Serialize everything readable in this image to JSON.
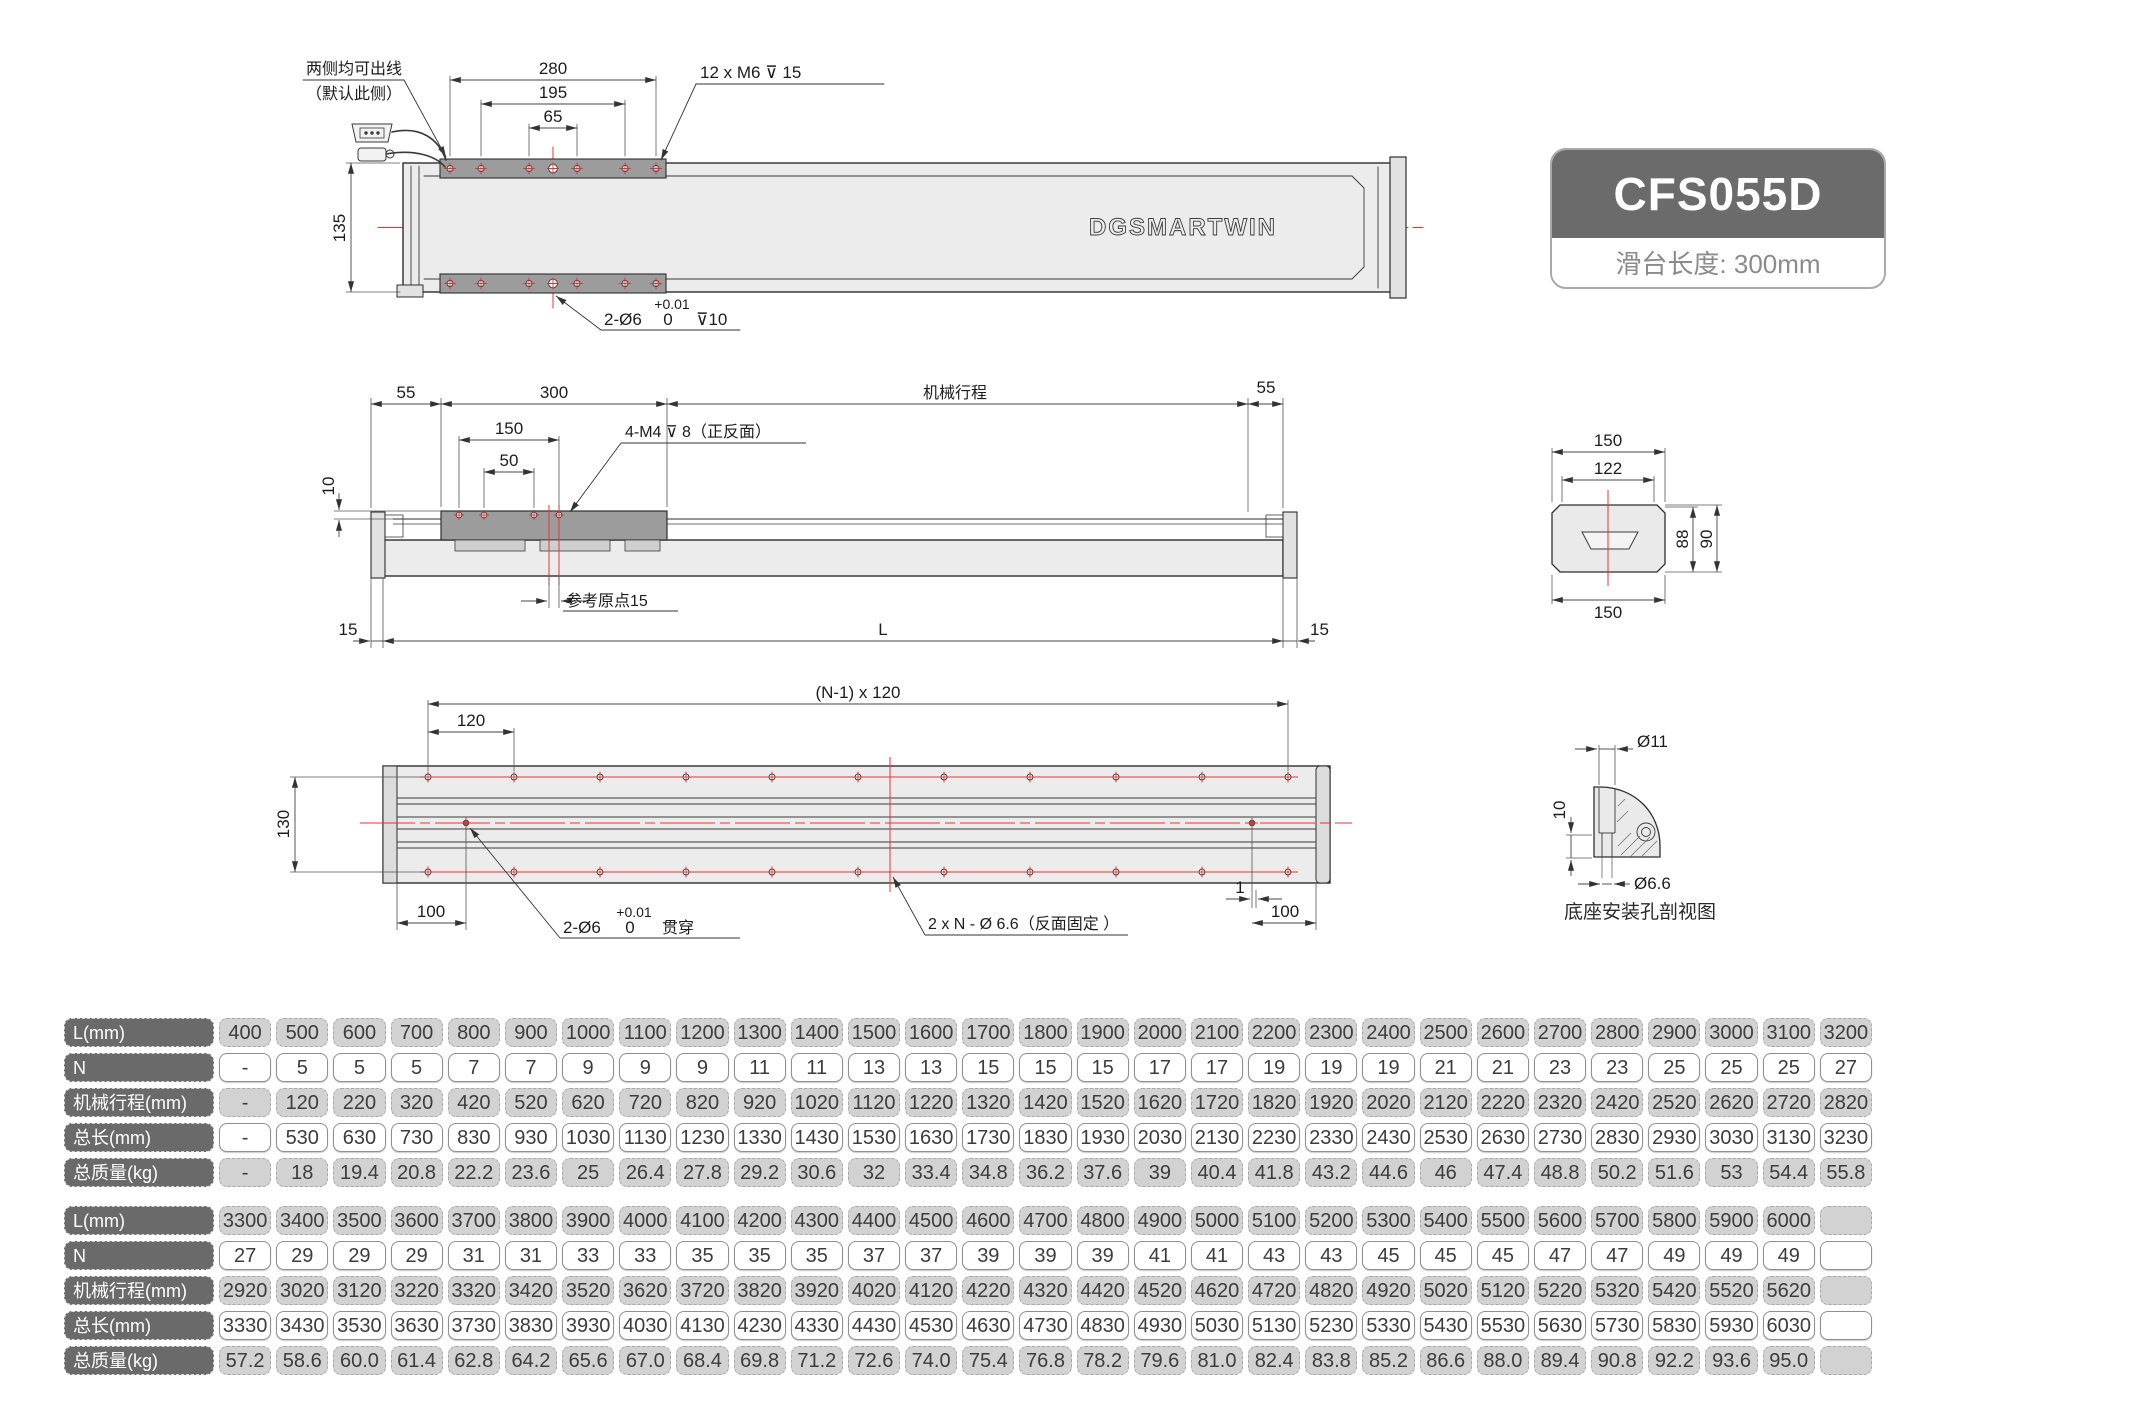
{
  "badge": {
    "model": "CFS055D",
    "subtitle": "滑台长度: 300mm"
  },
  "top_view": {
    "note_line1": "两侧均可出线",
    "note_line2": "（默认此侧）",
    "dims": {
      "d280": "280",
      "d195": "195",
      "d65": "65",
      "d135": "135"
    },
    "callout_m6": "12 x M6 ⊽ 15",
    "logo": "DGSMARTWIN",
    "hole_note": {
      "prefix": "2-Ø6",
      "tol_top": "+0.01",
      "tol_bottom": "0",
      "suffix": "⊽10"
    }
  },
  "side_view": {
    "dims": {
      "d55_left": "55",
      "d300": "300",
      "stroke": "机械行程",
      "d55_right": "55",
      "d150": "150",
      "d50": "50",
      "d10": "10",
      "d15_left": "15",
      "dL": "L",
      "d15_right": "15"
    },
    "callout_m4": "4-M4 ⊽ 8（正反面）",
    "origin_note": "参考原点15"
  },
  "end_view": {
    "dims": {
      "d150_top": "150",
      "d122": "122",
      "d88": "88",
      "d90": "90",
      "d150_bottom": "150"
    }
  },
  "bottom_view": {
    "dims": {
      "pitch": "(N-1) x 120",
      "d120": "120",
      "d130": "130",
      "d100_left": "100",
      "d1": "1",
      "d100_right": "100"
    },
    "pin_note": {
      "prefix": "2-Ø6",
      "tol_top": "+0.01",
      "tol_bottom": "0",
      "suffix": "贯穿"
    },
    "fix_note": "2 x N - Ø 6.6（反面固定 ）"
  },
  "base_hole_detail": {
    "dims": {
      "d11": "Ø11",
      "d10": "10",
      "d66": "Ø6.6"
    },
    "caption": "底座安装孔剖视图"
  },
  "tables": {
    "row_labels": [
      "L(mm)",
      "N",
      "机械行程(mm)",
      "总长(mm)",
      "总质量(kg)"
    ],
    "table1": {
      "rows": [
        [
          "400",
          "500",
          "600",
          "700",
          "800",
          "900",
          "1000",
          "1100",
          "1200",
          "1300",
          "1400",
          "1500",
          "1600",
          "1700",
          "1800",
          "1900",
          "2000",
          "2100",
          "2200",
          "2300",
          "2400",
          "2500",
          "2600",
          "2700",
          "2800",
          "2900",
          "3000",
          "3100",
          "3200"
        ],
        [
          "-",
          "5",
          "5",
          "5",
          "7",
          "7",
          "9",
          "9",
          "9",
          "11",
          "11",
          "13",
          "13",
          "15",
          "15",
          "15",
          "17",
          "17",
          "19",
          "19",
          "19",
          "21",
          "21",
          "23",
          "23",
          "25",
          "25",
          "25",
          "27"
        ],
        [
          "-",
          "120",
          "220",
          "320",
          "420",
          "520",
          "620",
          "720",
          "820",
          "920",
          "1020",
          "1120",
          "1220",
          "1320",
          "1420",
          "1520",
          "1620",
          "1720",
          "1820",
          "1920",
          "2020",
          "2120",
          "2220",
          "2320",
          "2420",
          "2520",
          "2620",
          "2720",
          "2820"
        ],
        [
          "-",
          "530",
          "630",
          "730",
          "830",
          "930",
          "1030",
          "1130",
          "1230",
          "1330",
          "1430",
          "1530",
          "1630",
          "1730",
          "1830",
          "1930",
          "2030",
          "2130",
          "2230",
          "2330",
          "2430",
          "2530",
          "2630",
          "2730",
          "2830",
          "2930",
          "3030",
          "3130",
          "3230"
        ],
        [
          "-",
          "18",
          "19.4",
          "20.8",
          "22.2",
          "23.6",
          "25",
          "26.4",
          "27.8",
          "29.2",
          "30.6",
          "32",
          "33.4",
          "34.8",
          "36.2",
          "37.6",
          "39",
          "40.4",
          "41.8",
          "43.2",
          "44.6",
          "46",
          "47.4",
          "48.8",
          "50.2",
          "51.6",
          "53",
          "54.4",
          "55.8"
        ]
      ]
    },
    "table2": {
      "rows": [
        [
          "3300",
          "3400",
          "3500",
          "3600",
          "3700",
          "3800",
          "3900",
          "4000",
          "4100",
          "4200",
          "4300",
          "4400",
          "4500",
          "4600",
          "4700",
          "4800",
          "4900",
          "5000",
          "5100",
          "5200",
          "5300",
          "5400",
          "5500",
          "5600",
          "5700",
          "5800",
          "5900",
          "6000",
          ""
        ],
        [
          "27",
          "29",
          "29",
          "29",
          "31",
          "31",
          "33",
          "33",
          "35",
          "35",
          "35",
          "37",
          "37",
          "39",
          "39",
          "39",
          "41",
          "41",
          "43",
          "43",
          "45",
          "45",
          "45",
          "47",
          "47",
          "49",
          "49",
          "49",
          ""
        ],
        [
          "2920",
          "3020",
          "3120",
          "3220",
          "3320",
          "3420",
          "3520",
          "3620",
          "3720",
          "3820",
          "3920",
          "4020",
          "4120",
          "4220",
          "4320",
          "4420",
          "4520",
          "4620",
          "4720",
          "4820",
          "4920",
          "5020",
          "5120",
          "5220",
          "5320",
          "5420",
          "5520",
          "5620",
          ""
        ],
        [
          "3330",
          "3430",
          "3530",
          "3630",
          "3730",
          "3830",
          "3930",
          "4030",
          "4130",
          "4230",
          "4330",
          "4430",
          "4530",
          "4630",
          "4730",
          "4830",
          "4930",
          "5030",
          "5130",
          "5230",
          "5330",
          "5430",
          "5530",
          "5630",
          "5730",
          "5830",
          "5930",
          "6030",
          ""
        ],
        [
          "57.2",
          "58.6",
          "60.0",
          "61.4",
          "62.8",
          "64.2",
          "65.6",
          "67.0",
          "68.4",
          "69.8",
          "71.2",
          "72.6",
          "74.0",
          "75.4",
          "76.8",
          "78.2",
          "79.6",
          "81.0",
          "82.4",
          "83.8",
          "85.2",
          "86.6",
          "88.0",
          "89.4",
          "90.8",
          "92.2",
          "93.6",
          "95.0",
          ""
        ]
      ]
    }
  }
}
